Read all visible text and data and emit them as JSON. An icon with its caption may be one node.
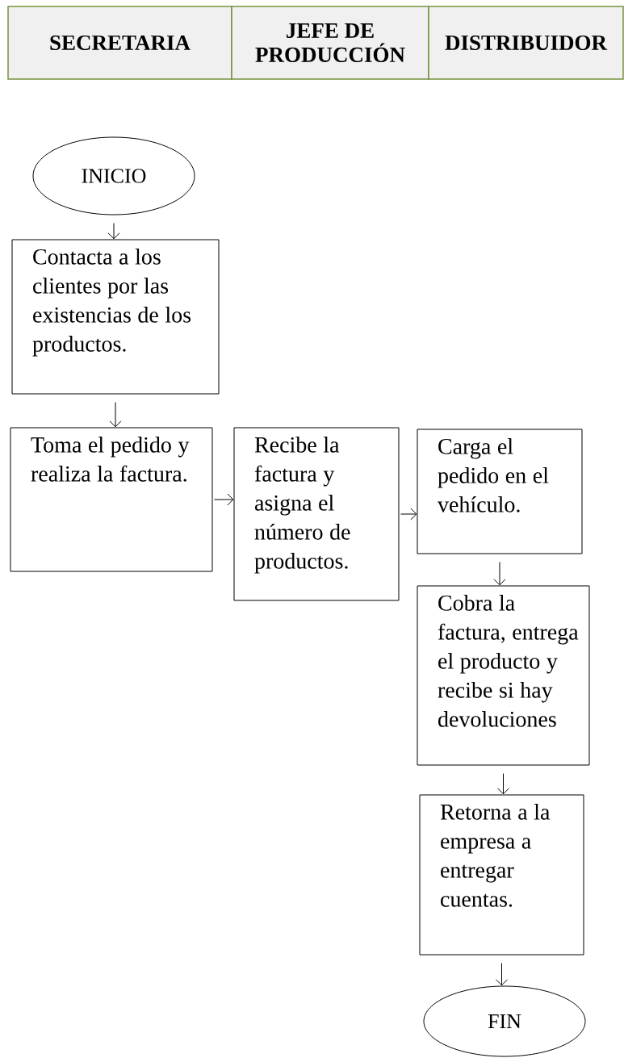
{
  "diagram": {
    "nodes": [
      {
        "text": [
          "SECRETARIA"
        ]
      },
      {
        "text": [
          "JEFE DE PRODUCCIÓN"
        ]
      },
      {
        "text": [
          "DISTRIBUIDOR"
        ]
      },
      {
        "text": [
          "INICIO"
        ]
      },
      {
        "text": [
          "Contacta a los clientes por las existencias de los productos."
        ]
      },
      {
        "text": [
          "Toma el pedido y realiza la factura."
        ]
      },
      {
        "text": [
          "Recibe la factura y asigna el número de productos."
        ]
      },
      {
        "text": [
          "Carga el pedido en el vehículo."
        ]
      },
      {
        "text": [
          "Cobra la factura, entrega el producto y recibe si hay devoluciones"
        ]
      },
      {
        "text": [
          "Retorna a la empresa a entregar cuentas."
        ]
      },
      {
        "text": [
          "FIN"
        ]
      }
    ],
    "edges": [
      {
        "from": 3,
        "to": 4,
        "arrow": "to"
      },
      {
        "from": 4,
        "to": 5,
        "arrow": "to"
      },
      {
        "from": 5,
        "to": 6,
        "arrow": "to"
      },
      {
        "from": 6,
        "to": 7,
        "arrow": "to"
      },
      {
        "from": 7,
        "to": 8,
        "arrow": "to"
      },
      {
        "from": 8,
        "to": 9,
        "arrow": "to"
      },
      {
        "from": 9,
        "to": 10,
        "arrow": "to"
      }
    ]
  }
}
